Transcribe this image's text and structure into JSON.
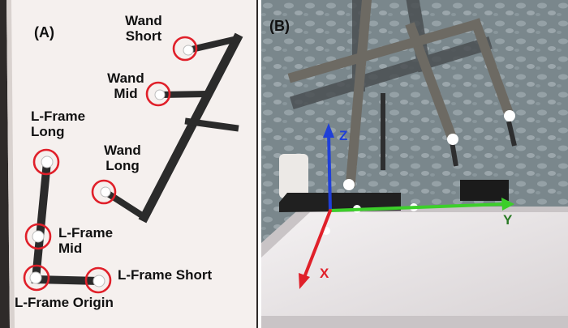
{
  "panel_a": {
    "label": "(A)",
    "markers": {
      "wand_short": "Wand",
      "wand_short_2": "Short",
      "wand_mid": "Wand",
      "wand_mid_2": "Mid",
      "wand_long": "Wand",
      "wand_long_2": "Long",
      "lframe_long": "L-Frame",
      "lframe_long_2": "Long",
      "lframe_mid": "L-Frame",
      "lframe_mid_2": "Mid",
      "lframe_short": "L-Frame Short",
      "lframe_origin": "L-Frame Origin"
    },
    "circle_color": "#e0202a"
  },
  "panel_b": {
    "label": "(B)",
    "axes": {
      "x": {
        "label": "X",
        "color": "#e0202a"
      },
      "y": {
        "label": "Y",
        "color": "#3ccf2a"
      },
      "z": {
        "label": "Z",
        "color": "#1f3fd8"
      }
    }
  }
}
